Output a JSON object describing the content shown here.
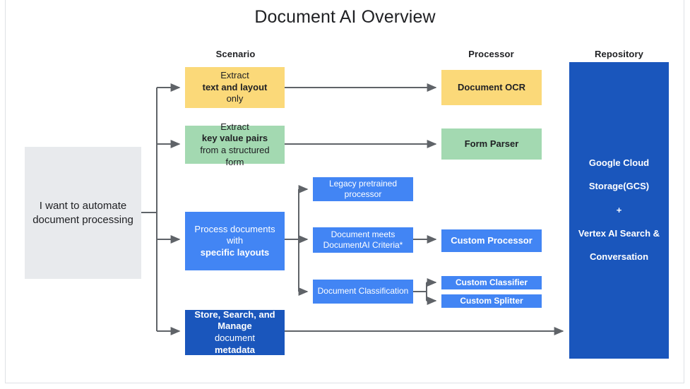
{
  "title": "Document AI Overview",
  "columns": [
    {
      "name": "scenario",
      "label": "Scenario"
    },
    {
      "name": "processor",
      "label": "Processor"
    },
    {
      "name": "repository",
      "label": "Repository"
    }
  ],
  "colors": {
    "yellow": "#fbd979",
    "green": "#a3d9b1",
    "blue": "#4285f4",
    "navy": "#1a56bc",
    "gray": "#e8eaed",
    "connector": "#5f6368",
    "text_dark": "#202124",
    "frame_border": "#dfe1e5"
  },
  "entry": {
    "label": "I want to automate document processing"
  },
  "scenarios": [
    {
      "id": "extract-text-layout",
      "color": "yellow",
      "parts": [
        "Extract ",
        "text and layout",
        " only"
      ]
    },
    {
      "id": "extract-key-value",
      "color": "green",
      "parts": [
        "Extract ",
        "key value pairs",
        " from a structured form"
      ]
    },
    {
      "id": "specific-layouts",
      "color": "blue",
      "parts": [
        "Process documents with ",
        "specific layouts",
        ""
      ]
    },
    {
      "id": "store-search-manage",
      "color": "navy",
      "parts": [
        "Store, Search, and Manage",
        " document ",
        "metadata"
      ]
    }
  ],
  "criteria_nodes": [
    {
      "id": "legacy-pretrained-processor",
      "label": "Legacy pretrained processor"
    },
    {
      "id": "document-meets-criteria",
      "label": "Document meets DocumentAI Criteria*"
    },
    {
      "id": "document-classification",
      "label": "Document Classification"
    }
  ],
  "processors": [
    {
      "id": "document-ocr",
      "label": "Document OCR",
      "color": "yellow"
    },
    {
      "id": "form-parser",
      "label": "Form Parser",
      "color": "green"
    },
    {
      "id": "custom-processor",
      "label": "Custom Processor",
      "color": "blue"
    },
    {
      "id": "custom-classifier",
      "label": "Custom Classifier",
      "color": "blue"
    },
    {
      "id": "custom-splitter",
      "label": "Custom Splitter",
      "color": "blue"
    }
  ],
  "repository": {
    "line1": "Google Cloud",
    "line2": "Storage(GCS)",
    "line3": "+",
    "line4": "Vertex AI Search &",
    "line5": "Conversation"
  },
  "scenario_text": {
    "s1_a": "Extract ",
    "s1_b": "text and layout",
    "s1_c": " only",
    "s2_a": "Extract ",
    "s2_b": "key value pairs",
    "s2_c": " from a structured form",
    "s3_a": "Process documents with ",
    "s3_b": "specific layouts",
    "s4_a": "Store, Search, and Manage",
    "s4_b": " document ",
    "s4_c": "metadata"
  }
}
